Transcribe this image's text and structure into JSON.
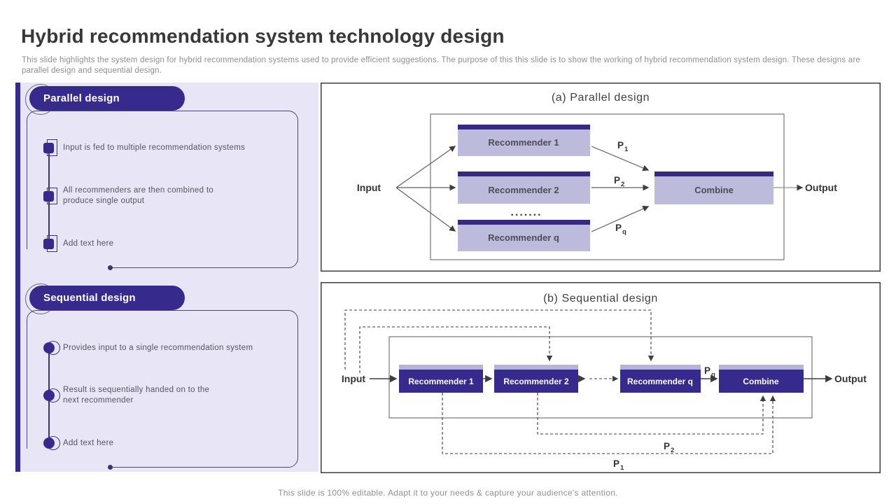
{
  "header": {
    "title": "Hybrid recommendation system technology design",
    "subtitle": "This slide highlights the system design for hybrid recommendation systems used to provide efficient suggestions. The purpose of this this slide is to show the working of hybrid recommendation system design. These designs are\nparallel design and sequential design."
  },
  "sidebar": {
    "parallel": {
      "heading": "Parallel design",
      "items": [
        "Input is fed to multiple recommendation systems",
        "All recommenders are then combined to\nproduce single output",
        "Add text here"
      ]
    },
    "sequential": {
      "heading": "Sequential design",
      "items": [
        "Provides input to a single recommendation system",
        "Result is sequentially handed on to the\nnext recommender",
        "Add text here"
      ]
    }
  },
  "diagram_a": {
    "title": "(a) Parallel design",
    "input": "Input",
    "output": "Output",
    "rec1": "Recommender 1",
    "rec2": "Recommender 2",
    "recq": "Recommender q",
    "combine": "Combine",
    "dots": ".......",
    "p1": {
      "base": "P",
      "sub": "1"
    },
    "p2": {
      "base": "P",
      "sub": "2"
    },
    "pq": {
      "base": "P",
      "sub": "q"
    }
  },
  "diagram_b": {
    "title": "(b) Sequential design",
    "input": "Input",
    "output": "Output",
    "rec1": "Recommender 1",
    "rec2": "Recommender 2",
    "recq": "Recommender q",
    "combine": "Combine",
    "p1": {
      "base": "P",
      "sub": "1"
    },
    "p2": {
      "base": "P",
      "sub": "2"
    },
    "pq": {
      "base": "P",
      "sub": "q"
    }
  },
  "footer": {
    "note": "This slide is 100% editable. Adapt it to your needs & capture your audience's attention."
  },
  "colors": {
    "accent": "#362a8d",
    "sidebar_bg": "#e7e5f6",
    "box_fill_light": "#bdbbdc",
    "box_bar_light": "#b4b4d8"
  }
}
